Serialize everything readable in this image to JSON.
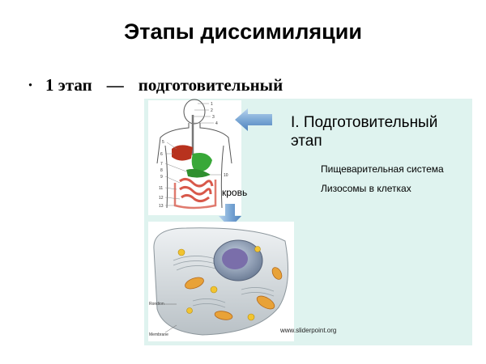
{
  "slide": {
    "title": "Этапы диссимиляции",
    "bullet": {
      "marker": "·",
      "stage": "1 этап",
      "separator": "—",
      "name": "подготовительный"
    }
  },
  "figure": {
    "stage_title": "I. Подготовительный этап",
    "items": [
      "Пищеварительная система",
      "Лизосомы в клетках"
    ],
    "blood_label": "кровь",
    "cell_labels": [
      "Rondion",
      "Membrane"
    ],
    "watermark": "www.sliderpoint.org",
    "body_numbers": [
      "1",
      "2",
      "3",
      "4",
      "5",
      "6",
      "7",
      "8",
      "9",
      "10",
      "11",
      "12",
      "13"
    ],
    "icons": [
      "digestive-system-diagram",
      "cell-illustration",
      "arrow-left-icon",
      "arrow-down-icon"
    ],
    "colors": {
      "background": "#dff3ef",
      "arrow": "#7da9d6",
      "liver": "#b8321e",
      "stomach": "#38a838",
      "intestine": "#d8584a"
    }
  }
}
